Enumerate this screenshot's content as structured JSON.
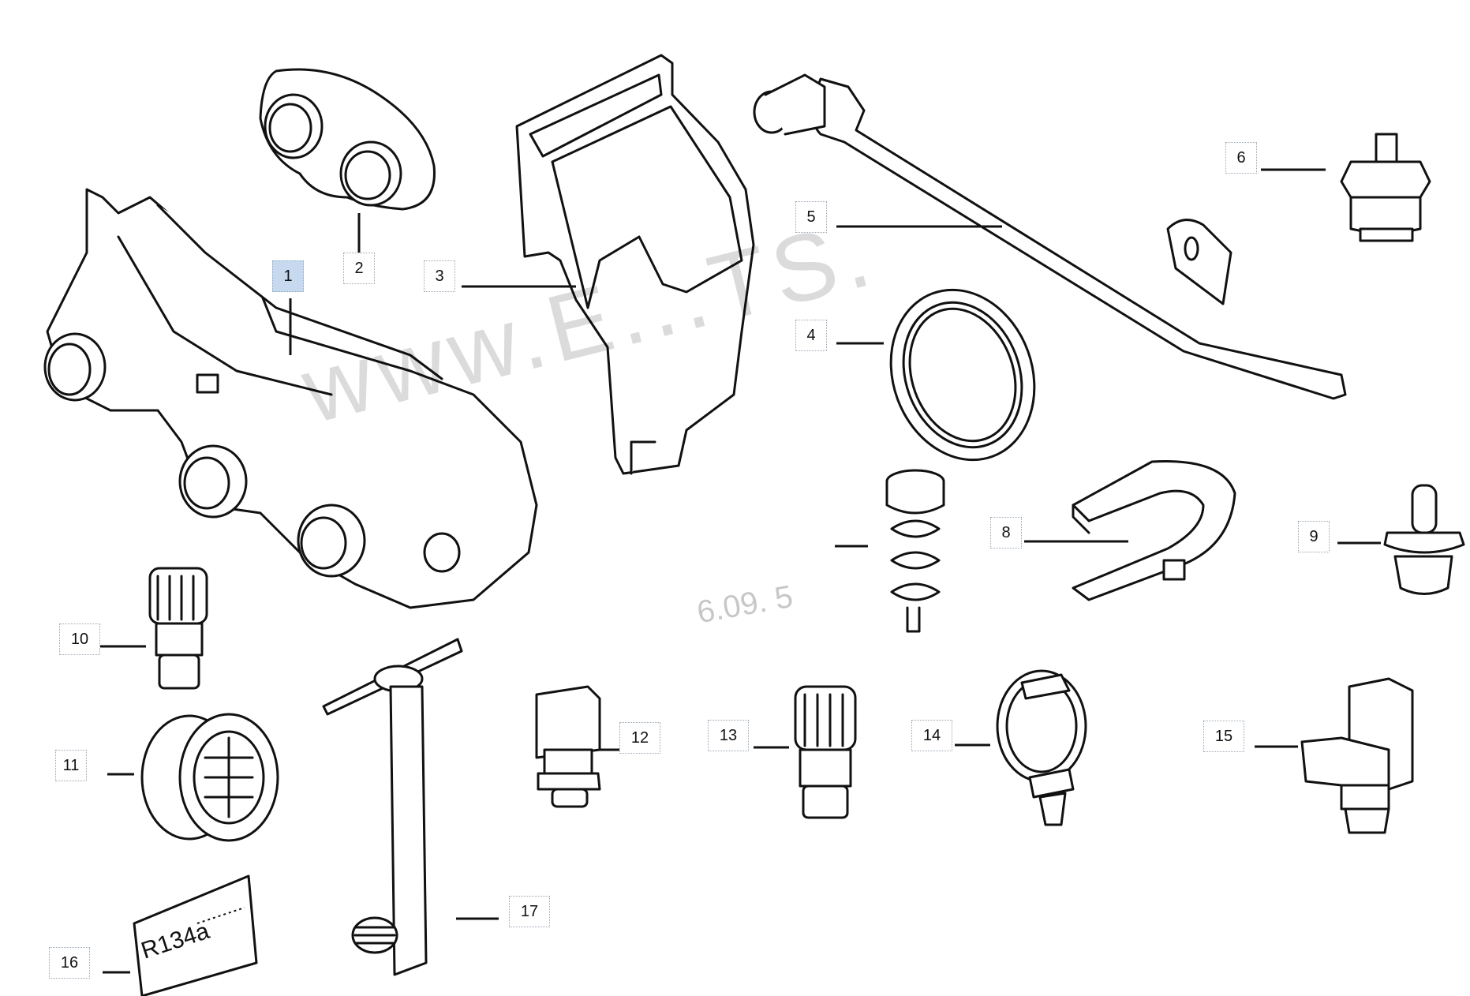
{
  "diagram": {
    "watermark_text": "www.E...TS.",
    "document_number": "6.09.  5",
    "selected_callout": "1",
    "label_text": "R134a",
    "callouts": [
      "1",
      "2",
      "3",
      "4",
      "5",
      "6",
      "8",
      "9",
      "10",
      "11",
      "12",
      "13",
      "14",
      "15",
      "16",
      "17"
    ]
  }
}
